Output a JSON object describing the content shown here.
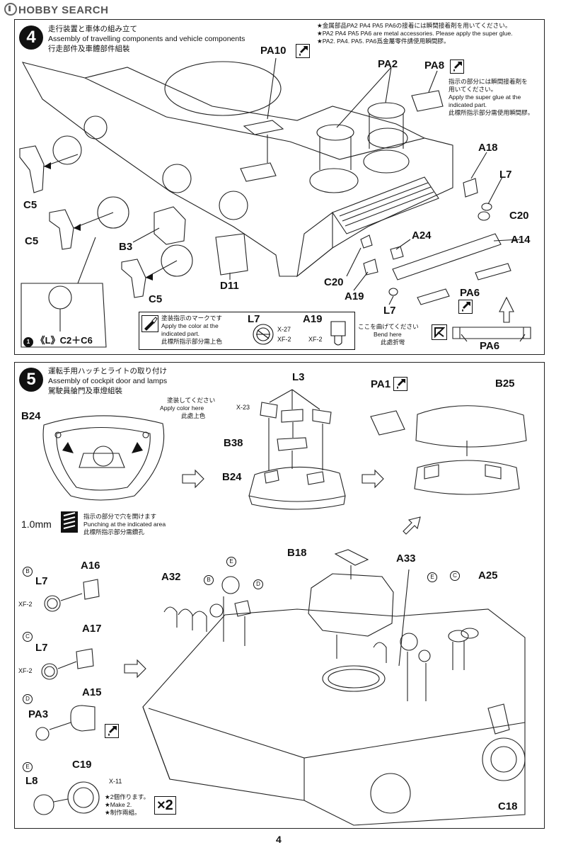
{
  "logo": "HOBBY SEARCH",
  "page_number": "4",
  "step4": {
    "number": "4",
    "title_ja": "走行装置と車体の組み立て",
    "title_en": "Assembly of travelling components and vehicle components",
    "title_zh": "行走部件及車體部件組裝",
    "metal_note_ja": "★金属部品PA2 PA4 PA5 PA6の接着には瞬間接着剤を用いてください。",
    "metal_note_en": "★PA2 PA4 PA5 PA6 are metal accessories. Please apply the super glue.",
    "metal_note_zh": "★PA2. PA4. PA5. PA6爲金屬零件請使用瞬間膠。",
    "glue_note_ja_1": "指示の部分には瞬間接着剤を",
    "glue_note_ja_2": "用いてください。",
    "glue_note_en_1": "Apply the super glue at the",
    "glue_note_en_2": "indicated part.",
    "glue_note_zh": "此標所指示部分需使用瞬間膠。",
    "labels": {
      "pa10": "PA10",
      "pa2": "PA2",
      "pa8": "PA8",
      "a18": "A18",
      "l7a": "L7",
      "c20a": "C20",
      "a14": "A14",
      "a24": "A24",
      "c20b": "C20",
      "a19": "A19",
      "l7b": "L7",
      "pa6": "PA6",
      "c5a": "C5",
      "c5b": "C5",
      "c5c": "C5",
      "b3": "B3",
      "d11": "D11"
    },
    "detail_caption": "《L》C2＋C6",
    "detail_num": "1",
    "paint_ja": "塗装指示のマークです",
    "paint_en_1": "Apply the color at the",
    "paint_en_2": "indicated part.",
    "paint_zh": "此標所指示部分需上色",
    "paint_l7": "L7",
    "paint_x27": "X-27",
    "paint_xf2": "XF-2",
    "paint_a19": "A19",
    "paint_a19_xf2": "XF-2",
    "bend_ja": "ここを曲げてください",
    "bend_en": "Bend here",
    "bend_zh": "此處折彎",
    "bend_part": "PA6"
  },
  "step5": {
    "number": "5",
    "title_ja": "運転手用ハッチとライトの取り付け",
    "title_en": "Assembly of cockpit door and lamps",
    "title_zh": "駕駛員艙門及車燈組裝",
    "color_ja": "塗装してください",
    "color_en": "Apply color here",
    "color_zh": "此處上色",
    "x23": "X-23",
    "labels": {
      "b24a": "B24",
      "l3": "L3",
      "b38": "B38",
      "b24b": "B24",
      "pa1": "PA1",
      "b25": "B25",
      "b18": "B18",
      "a33": "A33",
      "a32": "A32",
      "a25": "A25",
      "c18": "C18"
    },
    "punch_size": "1.0mm",
    "punch_ja": "指示の部分で穴を開けます",
    "punch_en": "Punching at the indicated area",
    "punch_zh": "此標所指示部分需鑽孔",
    "sub_b": {
      "marker": "B",
      "l7": "L7",
      "part": "A16",
      "paint": "XF-2"
    },
    "sub_c": {
      "marker": "C",
      "l7": "L7",
      "part": "A17",
      "paint": "XF-2"
    },
    "sub_d": {
      "marker": "D",
      "pa": "PA3",
      "part": "A15"
    },
    "sub_e": {
      "marker": "E",
      "l8": "L8",
      "part": "C19",
      "paint": "X-11"
    },
    "make2_ja": "★2個作ります。",
    "make2_en": "★Make 2.",
    "make2_zh": "★制作兩組。",
    "x2": "×2",
    "markers": {
      "e1": "E",
      "b1": "B",
      "d1": "D",
      "e2": "E",
      "c2": "C"
    }
  }
}
